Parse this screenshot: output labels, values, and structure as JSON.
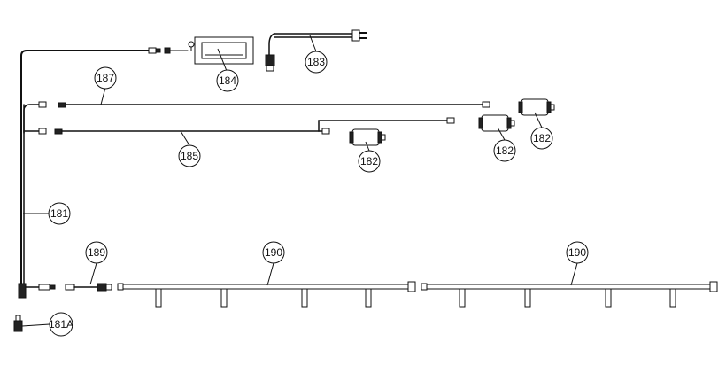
{
  "colors": {
    "line": "#111111",
    "background": "#ffffff"
  },
  "callouts": {
    "c181": "181",
    "c181A": "181A",
    "c182a": "182",
    "c182b": "182",
    "c182c": "182",
    "c183": "183",
    "c184": "184",
    "c185": "185",
    "c187": "187",
    "c189": "189",
    "c190a": "190",
    "c190b": "190"
  }
}
